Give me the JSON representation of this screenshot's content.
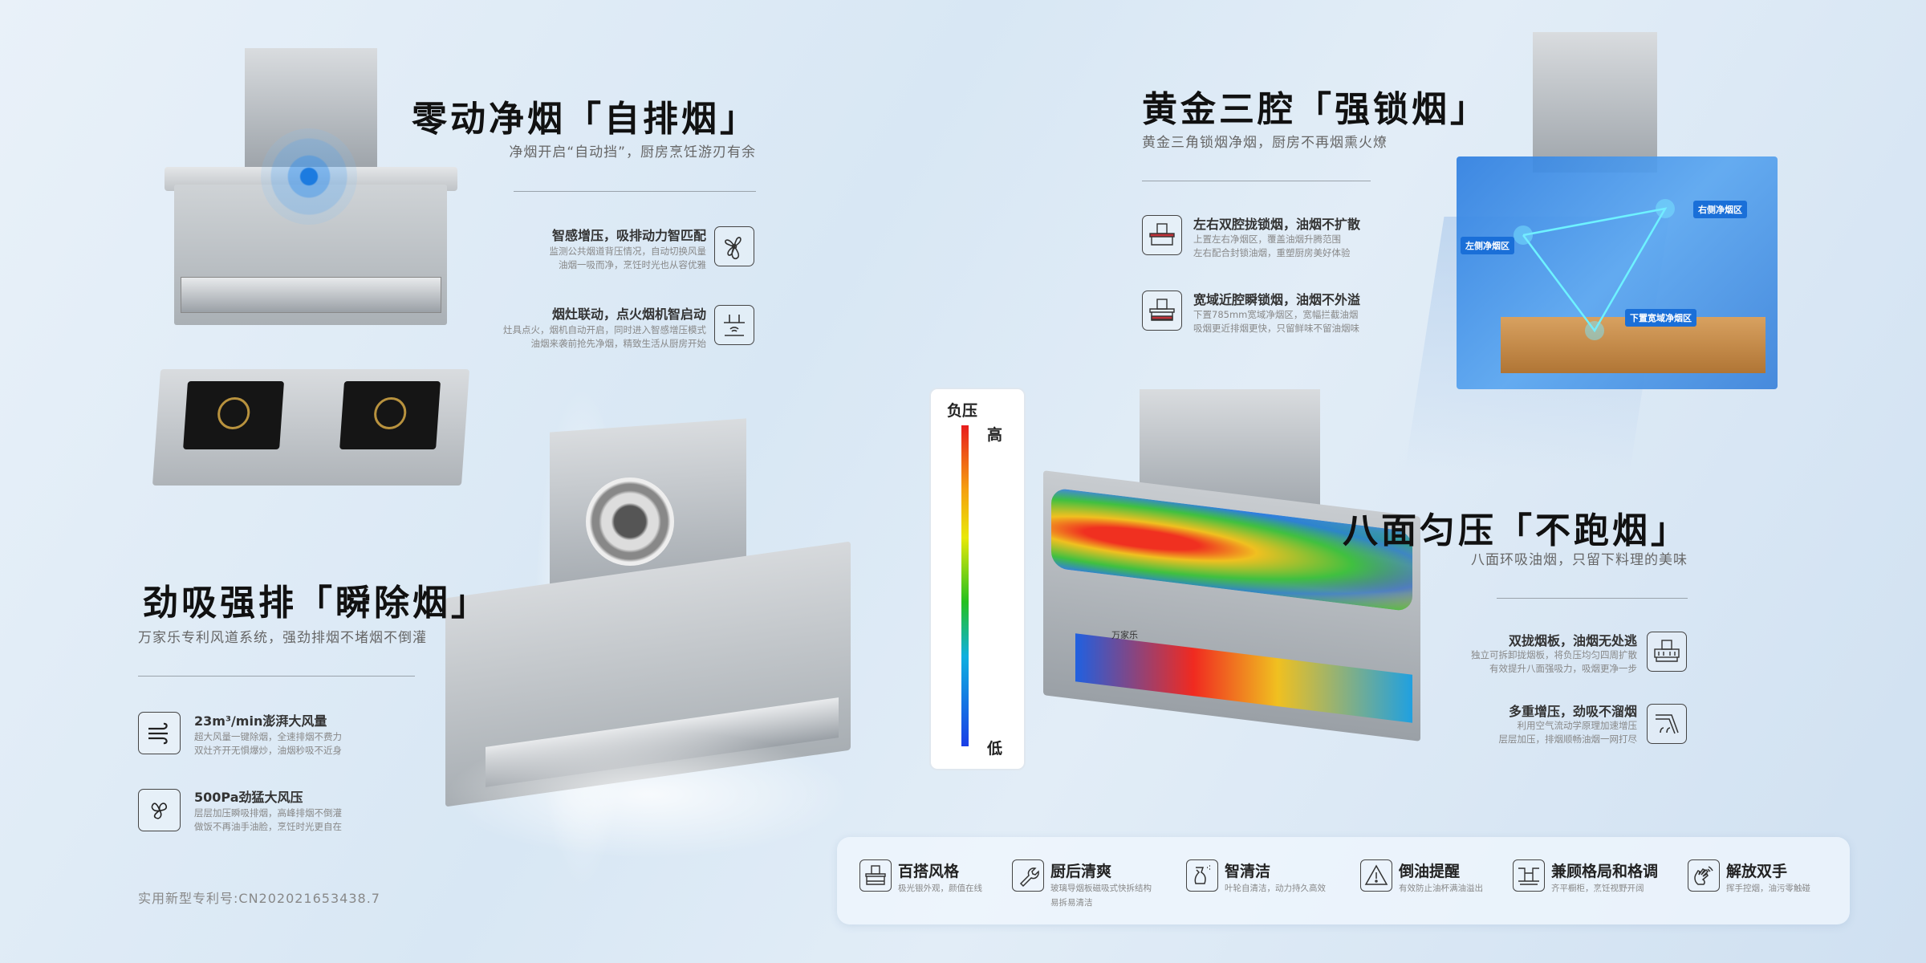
{
  "section_top_left": {
    "title": "零动净烟「自排烟」",
    "subtitle": "净烟开启“自动挡”，厨房烹饪游刃有余",
    "features": [
      {
        "title": "智感增压，吸排动力智匹配",
        "desc": [
          "监测公共烟道背压情况，自动切换风量",
          "油烟一吸而净，烹饪时光也从容优雅"
        ],
        "icon": "fan-icon"
      },
      {
        "title": "烟灶联动，点火烟机智启动",
        "desc": [
          "灶具点火，烟机自动开启，同时进入智感增压模式",
          "油烟来袭前抢先净烟，精致生活从厨房开始"
        ],
        "icon": "hood-wireless-icon"
      }
    ]
  },
  "section_top_right": {
    "title": "黄金三腔「强锁烟」",
    "subtitle": "黄金三角锁烟净烟，厨房不再烟熏火燎",
    "features": [
      {
        "title": "左右双腔拢锁烟，油烟不扩散",
        "desc": [
          "上置左右净烟区，覆盖油烟升腾范围",
          "左右配合封锁油烟，重塑厨房美好体验"
        ],
        "icon": "hood-upper-zone-icon"
      },
      {
        "title": "宽域近腔瞬锁烟，油烟不外溢",
        "desc": [
          "下置785mm宽域净烟区，宽幅拦截油烟",
          "吸烟更近排烟更快，只留鲜味不留油烟味"
        ],
        "icon": "hood-lower-zone-icon"
      }
    ],
    "zone_labels": [
      "左侧净烟区",
      "右侧净烟区",
      "下置宽域净烟区"
    ]
  },
  "section_mid_right": {
    "title": "八面匀压「不跑烟」",
    "subtitle": "八面环吸油烟，只留下料理的美味",
    "features": [
      {
        "title": "双拢烟板，油烟无处逃",
        "desc": [
          "独立可拆卸拢烟板，将负压均匀四周扩散",
          "有效提升八面强吸力，吸烟更净一步"
        ],
        "icon": "hood-baffle-icon"
      },
      {
        "title": "多重增压，劲吸不溜烟",
        "desc": [
          "利用空气流动学原理加速增压",
          "层层加压，排烟顺畅油烟一网打尽"
        ],
        "icon": "airflow-duct-icon"
      }
    ]
  },
  "section_bottom_left": {
    "title": "劲吸强排「瞬除烟」",
    "subtitle": "万家乐专利风道系统，强劲排烟不堵烟不倒灌",
    "features": [
      {
        "title": "23m³/min澎湃大风量",
        "desc": [
          "超大风量一键除烟，全速排烟不费力",
          "双灶齐开无惧爆炒，油烟秒吸不近身"
        ],
        "icon": "wind-icon"
      },
      {
        "title": "500Pa劲猛大风压",
        "desc": [
          "层层加压瞬吸排烟，高峰排烟不倒灌",
          "做饭不再油手油脸，烹饪时光更自在"
        ],
        "icon": "propeller-icon"
      }
    ],
    "patent": "实用新型专利号:CN202021653438.7"
  },
  "pressure_legend": {
    "title": "负压",
    "high": "高",
    "low": "低"
  },
  "brand": "万家乐",
  "bottom_bar": [
    {
      "title": "百搭风格",
      "desc": "极光银外观，颜值在线",
      "icon": "hood-icon"
    },
    {
      "title": "厨后清爽",
      "desc": "玻璃导烟板磁吸式快拆结构易拆易清洁",
      "icon": "wrench-icon"
    },
    {
      "title": "智清洁",
      "desc": "叶轮自清洁，动力持久高效",
      "icon": "spray-bottle-icon"
    },
    {
      "title": "倒油提醒",
      "desc": "有效防止油杯满油溢出",
      "icon": "warning-icon"
    },
    {
      "title": "兼顾格局和格调",
      "desc": "齐平橱柜，烹饪视野开阔",
      "icon": "cabinet-icon"
    },
    {
      "title": "解放双手",
      "desc": "挥手控烟，油污零触碰",
      "icon": "wave-hand-icon"
    }
  ]
}
